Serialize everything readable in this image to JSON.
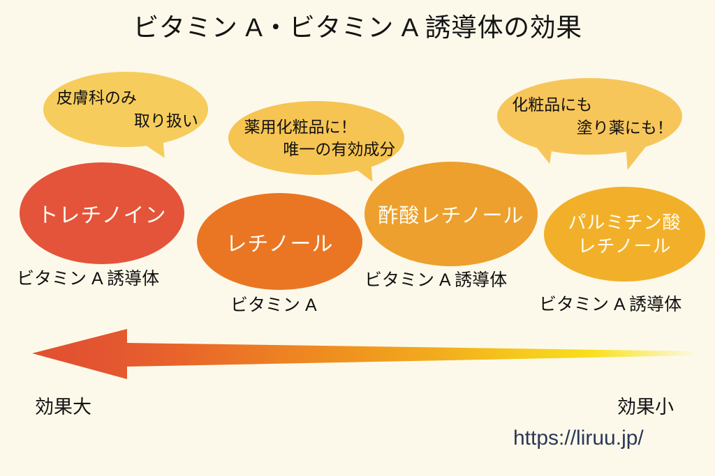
{
  "title": "ビタミン A・ビタミン A 誘導体の効果",
  "background_color": "#fdf9ea",
  "bubbles": [
    {
      "name": "tretinoin-note",
      "line1": "皮膚科のみ",
      "line2": "取り扱い",
      "color": "#f6cc5c"
    },
    {
      "name": "retinol-note",
      "line1": "薬用化粧品に！",
      "line2": "唯一の有効成分",
      "color": "#f6c452"
    },
    {
      "name": "retinol-acetate-note",
      "line1": "化粧品にも",
      "line2": "塗り薬にも！",
      "color": "#f7c65b"
    }
  ],
  "nodes": [
    {
      "name": "tretinoin",
      "line1": "トレチノイン",
      "line2": "",
      "caption": "ビタミン A 誘導体",
      "color": "#e4543a"
    },
    {
      "name": "retinol",
      "line1": "レチノール",
      "line2": "",
      "caption": "ビタミン A",
      "color": "#ea7623"
    },
    {
      "name": "retinol-acetate",
      "line1": "酢酸レチノール",
      "line2": "",
      "caption": "ビタミン A 誘導体",
      "color": "#eda02d"
    },
    {
      "name": "retinol-palmitate",
      "line1": "パルミチン酸",
      "line2": "レチノール",
      "caption": "ビタミン A 誘導体",
      "color": "#f2b02a"
    }
  ],
  "arrow": {
    "direction": "left",
    "gradient_stops": [
      "#e2502f",
      "#e8642b",
      "#ec7b24",
      "#f0951f",
      "#f3ad1d",
      "#f6cb1d",
      "#f8e21c",
      "#fdf9ea"
    ],
    "label_strong": "効果大",
    "label_weak": "効果小"
  },
  "site_url": "https://liruu.jp/",
  "url_color": "#2b3758"
}
